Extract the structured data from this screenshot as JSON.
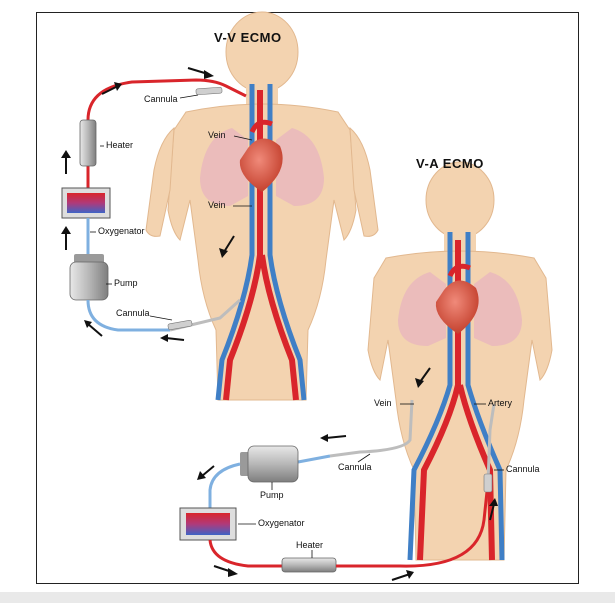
{
  "vv": {
    "title": "V-V ECMO",
    "labels": {
      "cannula_top": "Cannula",
      "vein_upper": "Vein",
      "heater": "Heater",
      "vein_lower": "Vein",
      "oxygenator": "Oxygenator",
      "pump": "Pump",
      "cannula_bottom": "Cannula"
    }
  },
  "va": {
    "title": "V-A ECMO",
    "labels": {
      "vein": "Vein",
      "artery": "Artery",
      "cannula_mid": "Cannula",
      "cannula_right": "Cannula",
      "pump": "Pump",
      "oxygenator": "Oxygenator",
      "heater": "Heater"
    }
  },
  "colors": {
    "skin": "#f3d3b0",
    "skin_edge": "#e2b88f",
    "artery_red": "#d9252b",
    "vein_blue": "#3f7fc6",
    "tube_blue": "#7fb0e0",
    "lung": "#e9b7bd",
    "device_gray": "#9a9a9a"
  }
}
